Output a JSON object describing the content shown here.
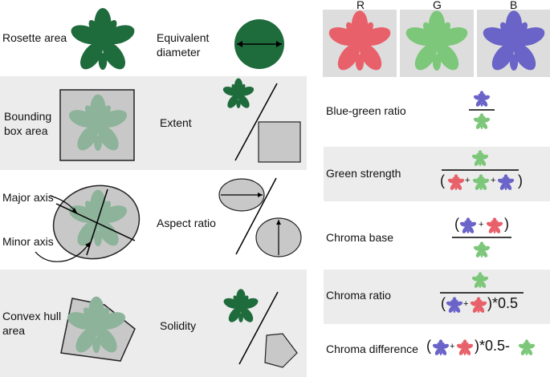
{
  "left_panel": {
    "rows": [
      {
        "label": "Rosette area",
        "metric": "Equivalent\ndiameter"
      },
      {
        "label": "Bounding\nbox area",
        "metric": "Extent"
      },
      {
        "label_major": "Major axis",
        "label_minor": "Minor axis",
        "metric": "Aspect ratio"
      },
      {
        "label": "Convex hull\narea",
        "metric": "Solidity"
      }
    ]
  },
  "right_panel": {
    "channels": [
      "R",
      "G",
      "B"
    ],
    "channel_colors": {
      "R": "#e8606a",
      "G": "#7cc77a",
      "B": "#6a63c8"
    },
    "ratios": [
      {
        "name": "Blue-green ratio"
      },
      {
        "name": "Green strength",
        "plus1": "+",
        "plus2": "+",
        "paren_open": "(",
        "paren_close": ")"
      },
      {
        "name": "Chroma base",
        "plus": "+",
        "paren_open": "(",
        "paren_close": ")"
      },
      {
        "name": "Chroma ratio",
        "plus": "+",
        "paren_open": "(",
        "suffix": ")*0.5"
      },
      {
        "name": "Chroma difference",
        "plus": "+",
        "paren_open": "(",
        "suffix": ")*0.5-"
      }
    ]
  },
  "colors": {
    "plant_dark": "#1e6b3c",
    "plant_light": "#8db39a",
    "band": "#ececec",
    "shape_fill": "#c8c8c8"
  }
}
